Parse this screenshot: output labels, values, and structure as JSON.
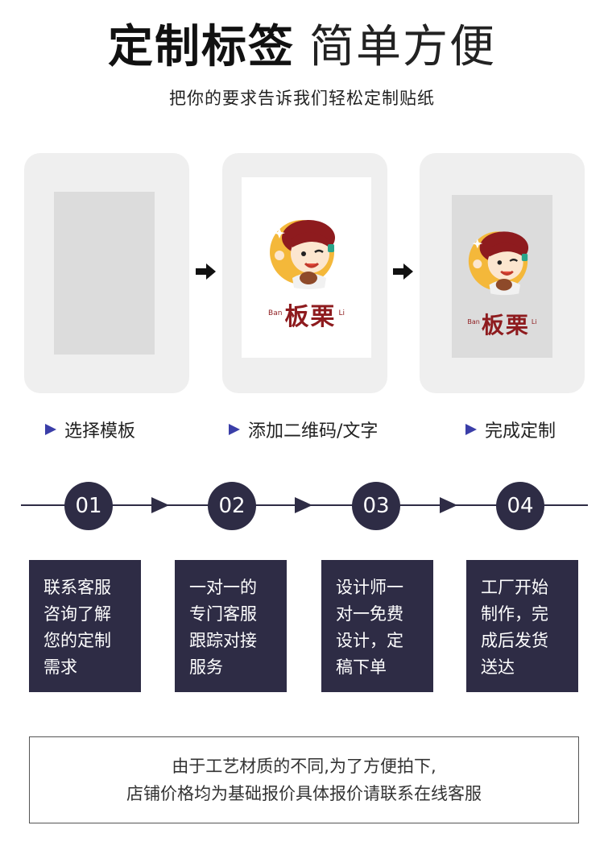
{
  "header": {
    "title_bold": "定制标签",
    "title_light": "简单方便",
    "subtitle": "把你的要求告诉我们轻松定制贴纸"
  },
  "preview": {
    "logo_text": "板栗",
    "logo_pinyin_left": "Ban",
    "logo_pinyin_right": "Li"
  },
  "steps": [
    {
      "label": "选择模板"
    },
    {
      "label": "添加二维码/文字"
    },
    {
      "label": "完成定制"
    }
  ],
  "process": [
    {
      "number": "01",
      "lines": [
        "联系客服",
        "咨询了解",
        "您的定制",
        "需求"
      ]
    },
    {
      "number": "02",
      "lines": [
        "一对一的",
        "专门客服",
        "跟踪对接",
        "服务"
      ]
    },
    {
      "number": "03",
      "lines": [
        "设计师一",
        "对一免费",
        "设计，定",
        "稿下单"
      ]
    },
    {
      "number": "04",
      "lines": [
        "工厂开始",
        "制作，完",
        "成后发货",
        "送达"
      ]
    }
  ],
  "notice": {
    "line1": "由于工艺材质的不同,为了方便拍下,",
    "line2": "店铺价格均为基础报价具体报价请联系在线客服"
  },
  "colors": {
    "dark_navy": "#2e2c45",
    "bullet_blue": "#3a3ea8",
    "logo_red": "#8e1b1e",
    "logo_yellow": "#f4b83a"
  }
}
